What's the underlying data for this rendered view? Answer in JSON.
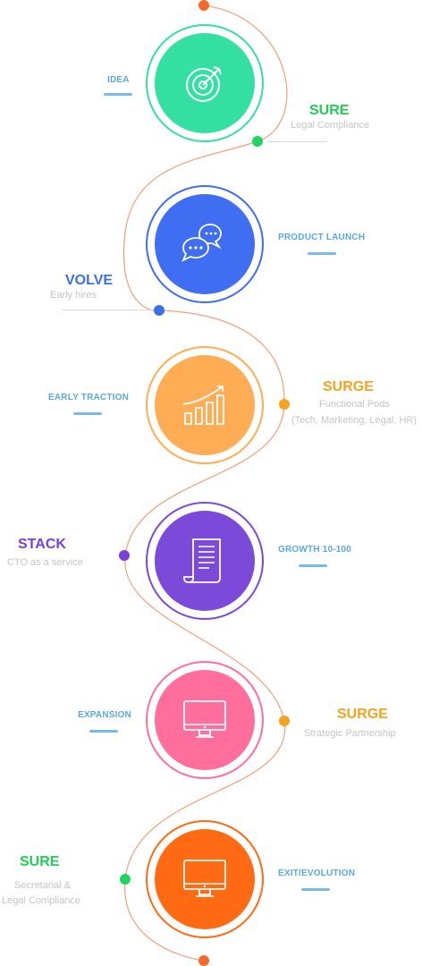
{
  "stages": [
    {
      "label": "IDEA"
    },
    {
      "label": "PRODUCT LAUNCH"
    },
    {
      "label": "EARLY TRACTION"
    },
    {
      "label": "GROWTH 10-100"
    },
    {
      "label": "EXPANSION"
    },
    {
      "label": "EXIT/EVOLUTION"
    }
  ],
  "brands": [
    {
      "prefix": "",
      "name": "SURE",
      "sub": "Legal Compliance",
      "color": "#22cc55"
    },
    {
      "prefix": "",
      "name": "VOLVE",
      "sub": "Early hires",
      "color": "#3b6fe8"
    },
    {
      "prefix": "",
      "name": "SURGE",
      "sub": "Functional Pods",
      "sub2": "(Tech, Marketing, Legal, HR)",
      "color": "#f5a21e"
    },
    {
      "prefix": "",
      "name": "STACK",
      "sub": "CTO as a service",
      "color": "#7d3fdc"
    },
    {
      "prefix": "",
      "name": "SURGE",
      "sub": "Strategic Partnership",
      "color": "#f5a21e"
    },
    {
      "prefix": "",
      "name": "SURE",
      "sub": "Secretarial &",
      "sub2": "Legal Compliance",
      "color": "#22cc55"
    }
  ],
  "colors": {
    "path": "#f0a07a",
    "idea": "#33e0a1",
    "launch": "#3f6ef3",
    "traction": "#ffad55",
    "growth": "#7c4ad8",
    "expansion": "#ff6e9c",
    "exit": "#ff6a12"
  },
  "icons": [
    "target-icon",
    "chat-bubbles-icon",
    "growth-chart-icon",
    "document-scroll-icon",
    "monitor-icon",
    "monitor-icon"
  ]
}
